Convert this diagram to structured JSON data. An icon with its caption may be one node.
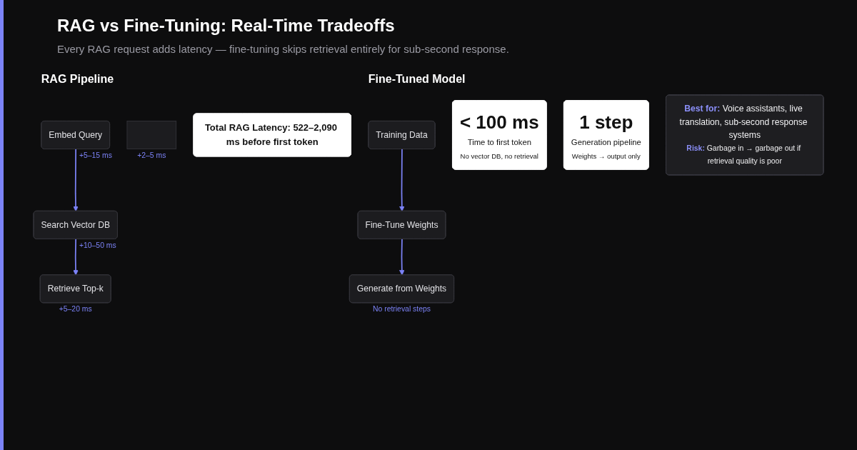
{
  "diagram": {
    "title": "RAG vs Fine-Tuning: Real-Time Tradeoffs",
    "nodes": [
      {
        "text": [
          "Embed Query"
        ],
        "beside": [
          "+5–15 ms"
        ]
      },
      {
        "text": [
          "Search Vector DB"
        ],
        "beside": [
          "+10–50 ms"
        ]
      },
      {
        "text": [
          "Retrieve Top-k"
        ],
        "beside": [
          "+5–20 ms"
        ]
      },
      {
        "text": [],
        "shape": "box",
        "beside": [
          "+2–5 ms"
        ]
      },
      {
        "text": [
          "Total RAG Latency: 522–2,090 ms before first token"
        ]
      },
      {
        "text": [
          "Training Data"
        ]
      },
      {
        "text": [
          "Fine-Tune Weights"
        ]
      },
      {
        "text": [
          "Generate from Weights"
        ],
        "beside": [
          "No retrieval steps"
        ]
      },
      {
        "text": [
          "< 100 ms",
          "Time to first token",
          "No vector DB, no retrieval"
        ]
      },
      {
        "text": [
          "1 step",
          "Generation pipeline",
          "Weights → output only"
        ]
      },
      {
        "text": [
          "**Best for:** Voice assistants, live translation, sub-second response systems",
          "**Risk:** Garbage in → garbage out if retrieval quality is poor"
        ]
      }
    ],
    "edges": [
      {
        "from": 0,
        "to": 1,
        "arrow": "to"
      },
      {
        "from": 1,
        "to": 2,
        "arrow": "to"
      },
      {
        "from": 5,
        "to": 6,
        "arrow": "to"
      },
      {
        "from": 6,
        "to": 7,
        "arrow": "to"
      }
    ],
    "labels": [
      "Every RAG request adds latency — fine-tuning skips retrieval entirely for sub-second response.",
      "RAG Pipeline",
      "Fine-Tuned Model"
    ]
  }
}
